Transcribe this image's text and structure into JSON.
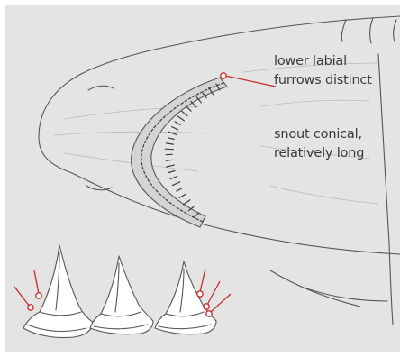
{
  "annotations": {
    "furrows": {
      "line1": "lower labial",
      "line2": "furrows distinct"
    },
    "snout": {
      "line1": "snout conical,",
      "line2": "relatively long"
    }
  },
  "colors": {
    "background": "#e4e4e4",
    "outline": "#555555",
    "tooth_fill": "#ffffff",
    "callout": "#cc2a2a",
    "text": "#3a3a3a"
  },
  "teeth": [
    {
      "name": "tooth-left",
      "callouts": 2
    },
    {
      "name": "tooth-middle",
      "callouts": 0
    },
    {
      "name": "tooth-right",
      "callouts": 3
    }
  ]
}
